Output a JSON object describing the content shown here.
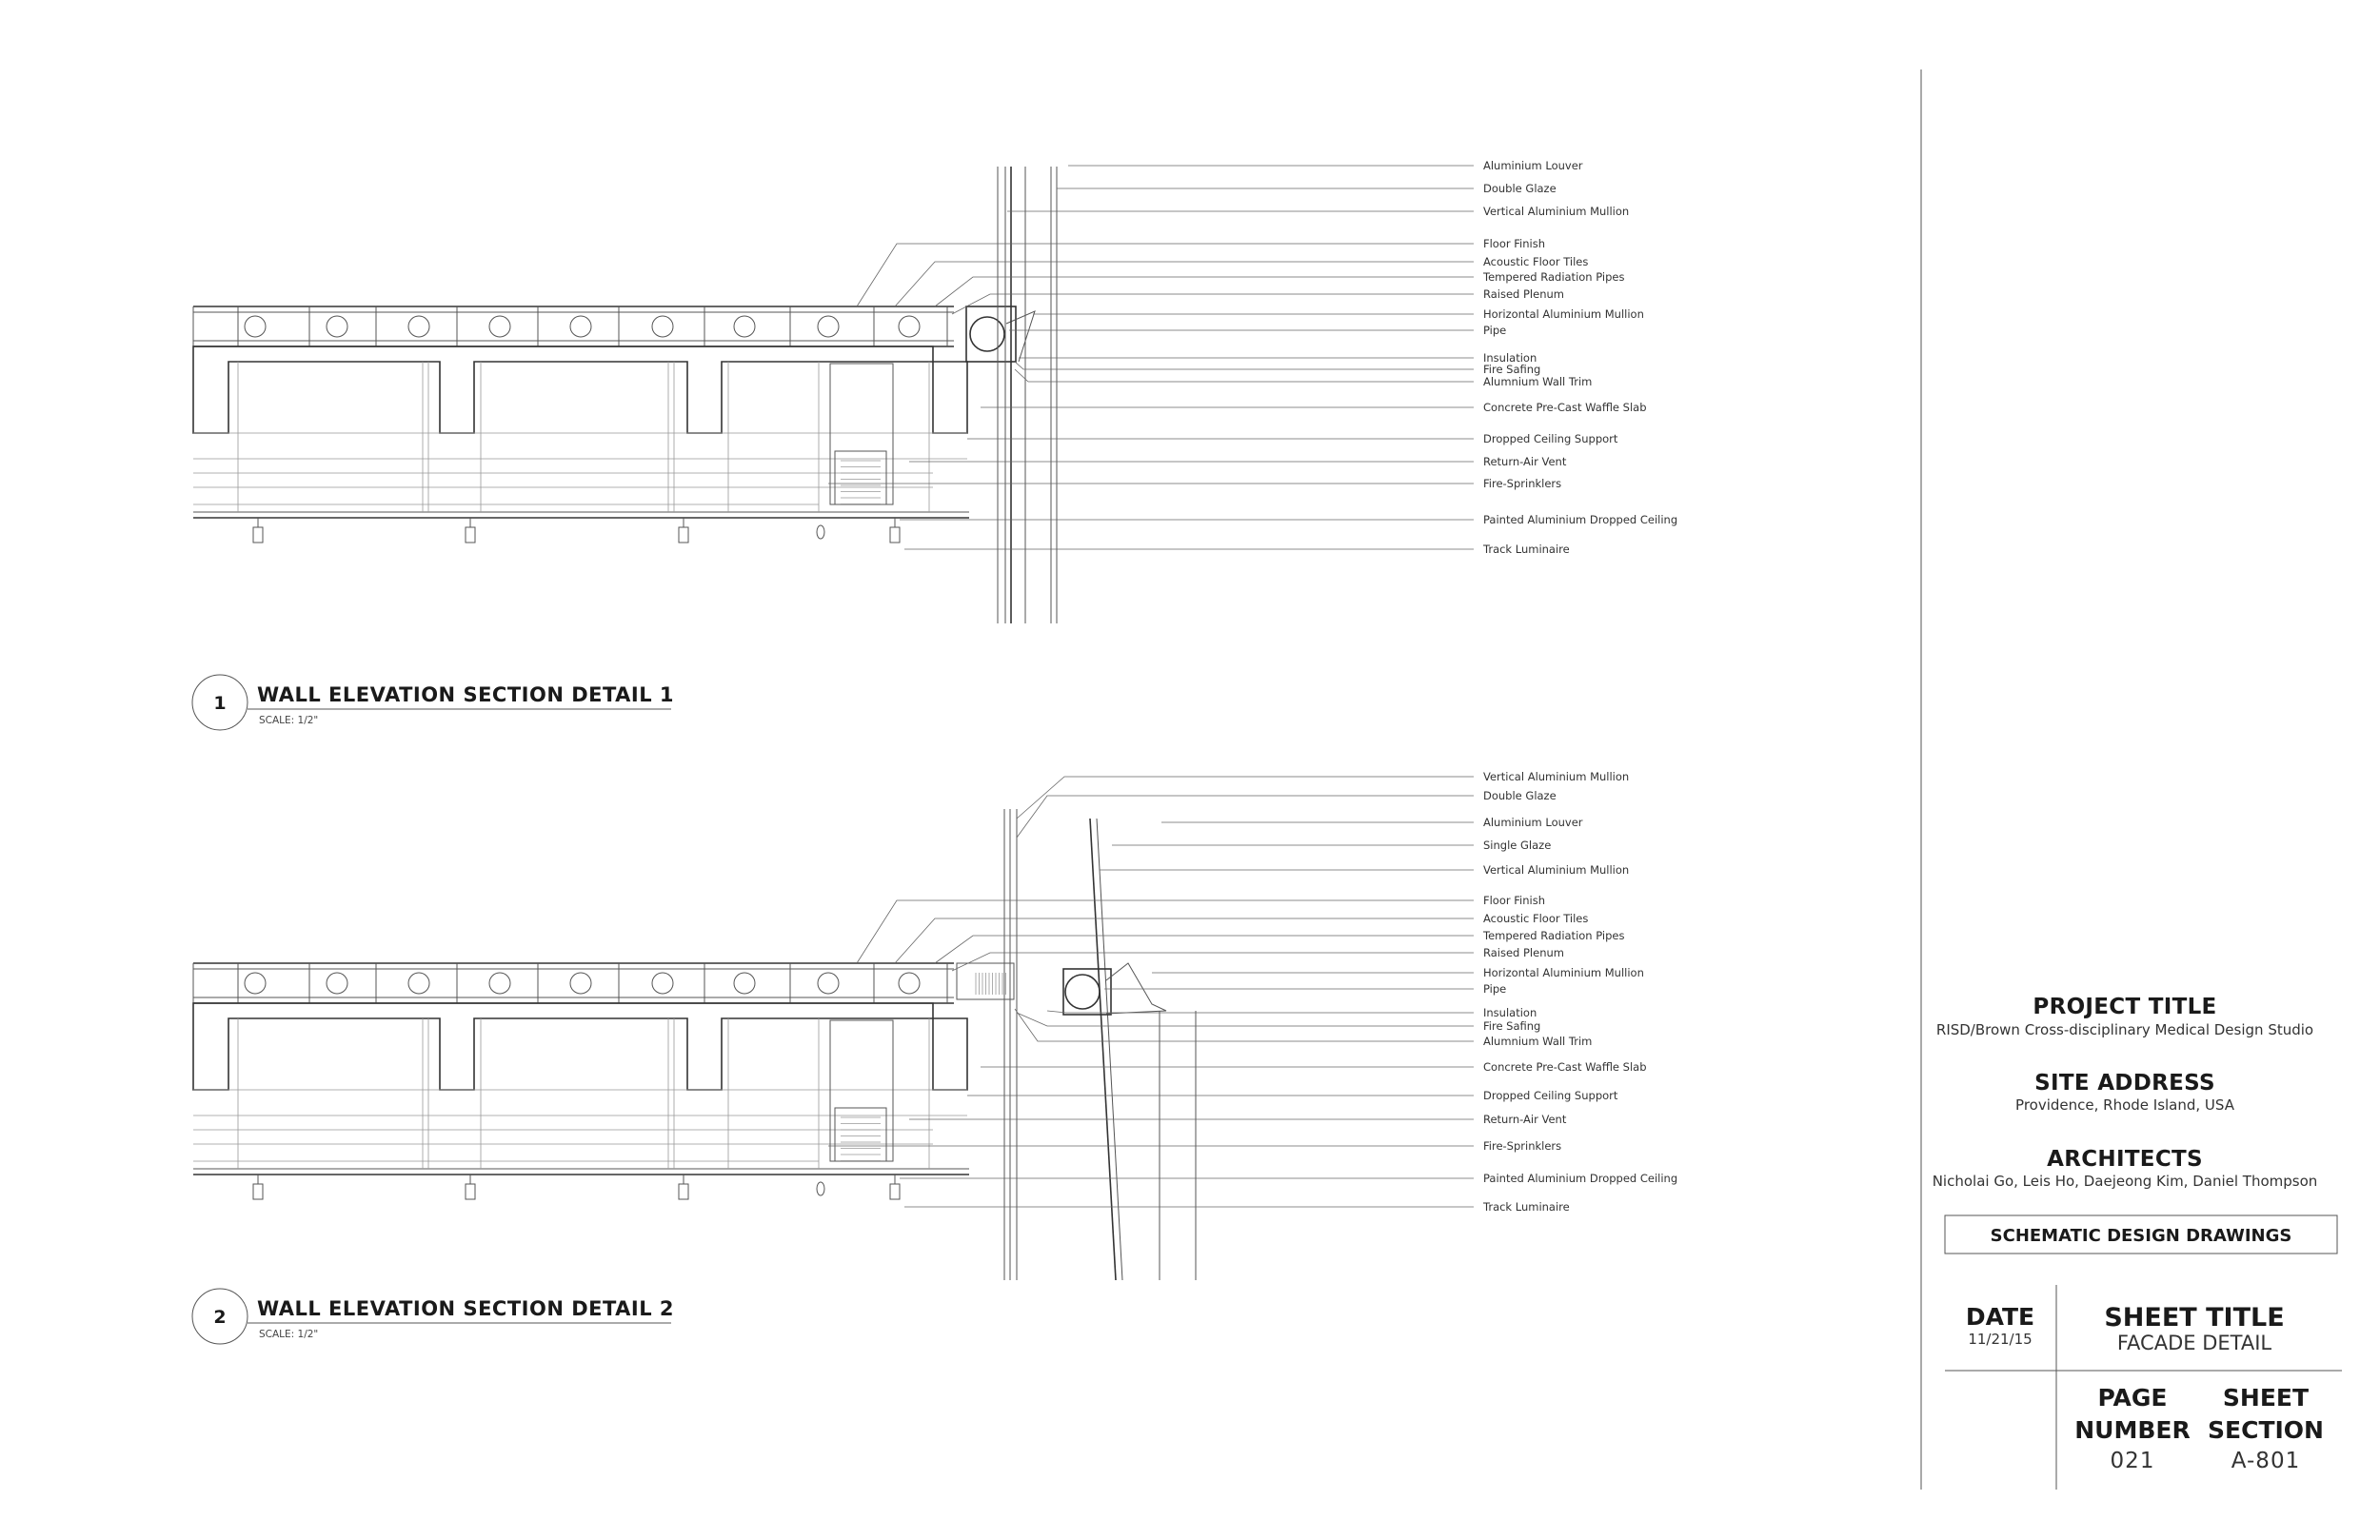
{
  "details": [
    {
      "number": "1",
      "title": "WALL ELEVATION SECTION DETAIL 1",
      "scale": "SCALE: 1/2\"",
      "callouts": [
        "Aluminium Louver",
        "Double Glaze",
        "Vertical Aluminium Mullion",
        "Floor Finish",
        "Acoustic Floor Tiles",
        "Tempered Radiation Pipes",
        "Raised Plenum",
        "Horizontal Aluminium Mullion",
        "Pipe",
        "Insulation",
        "Fire Safing",
        "Alumnium Wall Trim",
        "Concrete Pre-Cast Waffle Slab",
        "Dropped Ceiling Support",
        "Return-Air Vent",
        "Fire-Sprinklers",
        "Painted Aluminium Dropped Ceiling",
        "Track Luminaire"
      ]
    },
    {
      "number": "2",
      "title": "WALL ELEVATION SECTION DETAIL 2",
      "scale": "SCALE: 1/2\"",
      "callouts": [
        "Vertical Aluminium Mullion",
        "Double Glaze",
        "Aluminium Louver",
        "Single Glaze",
        "Vertical Aluminium Mullion",
        "Floor Finish",
        "Acoustic Floor Tiles",
        "Tempered Radiation Pipes",
        "Raised Plenum",
        "Horizontal Aluminium Mullion",
        "Pipe",
        "Insulation",
        "Fire Safing",
        "Alumnium Wall Trim",
        "Concrete Pre-Cast Waffle Slab",
        "Dropped Ceiling Support",
        "Return-Air Vent",
        "Fire-Sprinklers",
        "Painted Aluminium Dropped Ceiling",
        "Track Luminaire"
      ]
    }
  ],
  "title_block": {
    "project_title_label": "PROJECT TITLE",
    "project_title": "RISD/Brown Cross-disciplinary Medical Design Studio",
    "site_address_label": "SITE ADDRESS",
    "site_address": "Providence, Rhode Island, USA",
    "architects_label": "ARCHITECTS",
    "architects": "Nicholai Go, Leis Ho, Daejeong Kim, Daniel Thompson",
    "banner": "SCHEMATIC DESIGN DRAWINGS",
    "date_label": "DATE",
    "date": "11/21/15",
    "sheet_title_label": "SHEET TITLE",
    "sheet_title": "FACADE DETAIL",
    "page_label_1": "PAGE",
    "page_label_2": "NUMBER",
    "page_number": "021",
    "section_label_1": "SHEET",
    "section_label_2": "SECTION",
    "sheet_section": "A-801"
  }
}
